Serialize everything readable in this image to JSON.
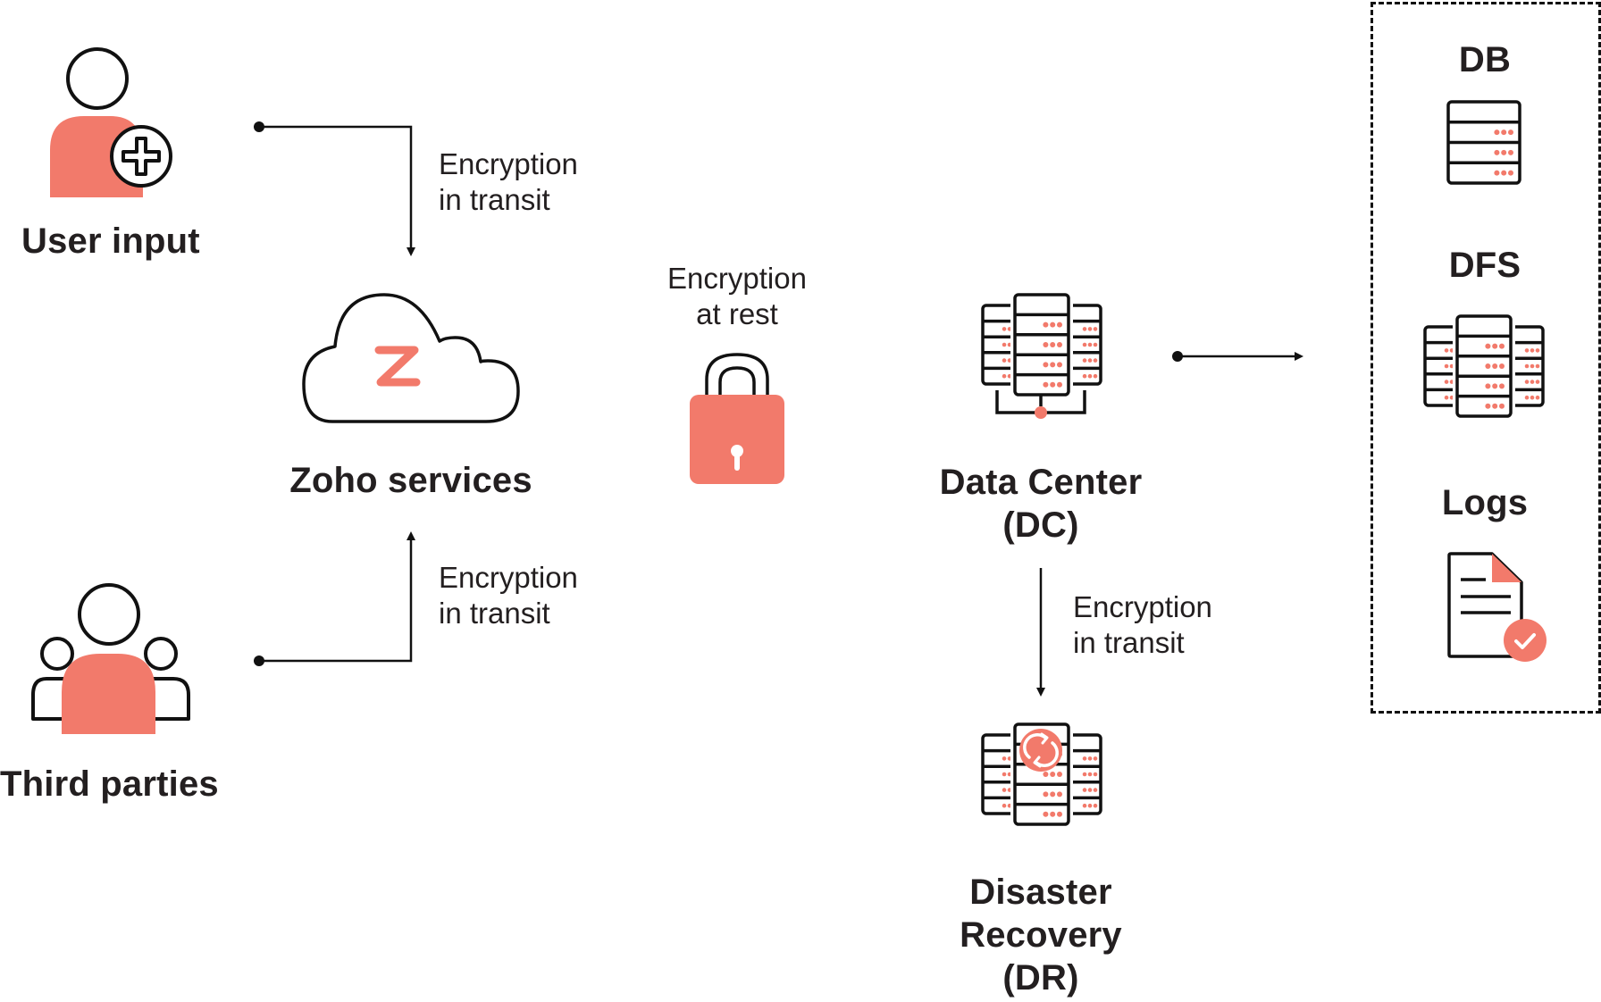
{
  "colors": {
    "accent": "#f27a6b",
    "stroke": "#111111",
    "text": "#231f20",
    "background": "#ffffff"
  },
  "nodes": {
    "user_input": {
      "label": "User input",
      "icon": "user-add-icon"
    },
    "third_parties": {
      "label": "Third parties",
      "icon": "user-group-icon"
    },
    "zoho_services": {
      "label": "Zoho services",
      "icon": "cloud-zoho-icon",
      "logo_letter": "Z"
    },
    "encryption_at_rest": {
      "line1": "Encryption",
      "line2": "at rest",
      "icon": "padlock-icon"
    },
    "data_center": {
      "line1": "Data Center",
      "line2": "(DC)",
      "icon": "server-cluster-icon"
    },
    "disaster_recovery": {
      "line1": "Disaster",
      "line2": "Recovery",
      "line3": "(DR)",
      "icon": "server-sync-icon"
    }
  },
  "edges": {
    "user_to_zoho": {
      "line1": "Encryption",
      "line2": "in transit"
    },
    "third_to_zoho": {
      "line1": "Encryption",
      "line2": "in transit"
    },
    "dc_to_dr": {
      "line1": "Encryption",
      "line2": "in transit"
    },
    "dc_to_storage": {
      "label": ""
    }
  },
  "storage_group": {
    "items": [
      {
        "label": "DB",
        "icon": "database-server-icon"
      },
      {
        "label": "DFS",
        "icon": "distributed-file-system-icon"
      },
      {
        "label": "Logs",
        "icon": "log-document-check-icon"
      }
    ]
  }
}
